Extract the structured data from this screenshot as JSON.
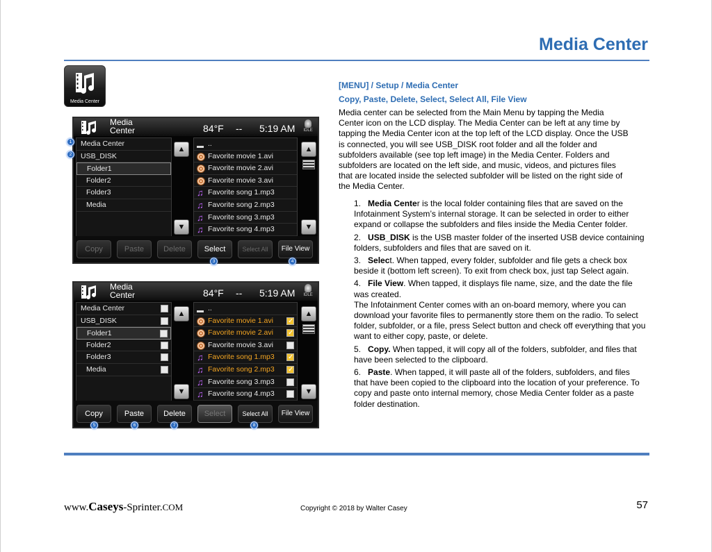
{
  "page": {
    "title": "Media Center",
    "breadcrumb": "[MENU] / Setup / Media Center",
    "subtitle": "Copy, Paste, Delete, Select, Select All, File View",
    "intro": "Media center can be selected from the Main Menu by tapping the Media Center icon on the LCD display. The Media Center can be left at any time by tapping the Media Center icon at the top left of the LCD display. Once the USB is connected, you will see USB_DISK root folder and all the folder and subfolders available (see top left image) in the Media Center. Folders and subfolders are located on the left side, and music, videos, and pictures files that are located inside the selected subfolder will be listed on the right side of the Media Center.",
    "items": [
      {
        "num": "1.",
        "term": "Media Cente",
        "rest": "r is the local folder containing files that are saved on the Infotainment System’s internal storage. It can be selected in order to either expand or collapse the subfolders and files inside the Media Center folder."
      },
      {
        "num": "2.",
        "term": "USB_DISK",
        "rest": " is the USB master folder of the inserted USB device containing folders, subfolders and files that are saved on it."
      },
      {
        "num": "3.",
        "term": "Selec",
        "rest": "t. When tapped, every folder, subfolder and file gets a check box beside it (bottom left screen). To exit from check box, just tap Select again."
      },
      {
        "num": "4.",
        "term": "File View",
        "rest": ". When tapped, it displays file name, size, and the date the file was created."
      },
      {
        "num": "5.",
        "term": "Copy.",
        "rest": " When tapped, it will copy all of the folders, subfolder, and files that have been selected to the clipboard."
      },
      {
        "num": "6.",
        "term": "Paste",
        "rest": ". When tapped, it will paste all of the folders, subfolders, and files that have been copied to the clipboard into the location of your preference. To copy and paste onto internal memory, chose Media Center folder as a paste folder destination."
      }
    ],
    "memory_note": "The Infotainment Center comes with an on-board memory, where you can download your favorite files to permanently store them on the radio. To select folder, subfolder, or a file, press Select button and check off everything that you want to either copy, paste, or delete."
  },
  "app_icon": {
    "caption": "Media Center",
    "icon": "film-music-icon"
  },
  "lcd": {
    "title_line1": "Media",
    "title_line2": "Center",
    "temp": "84°F",
    "dash": "--",
    "time": "5:19 AM",
    "idle": "IDLE",
    "folders": [
      "Media Center",
      "USB_DISK",
      "Folder1",
      "Folder2",
      "Folder3",
      "Media"
    ],
    "files": [
      {
        "name": "..",
        "type": "up"
      },
      {
        "name": "Favorite movie 1.avi",
        "type": "film"
      },
      {
        "name": "Favorite movie 2.avi",
        "type": "film"
      },
      {
        "name": "Favorite movie 3.avi",
        "type": "film"
      },
      {
        "name": "Favorite song 1.mp3",
        "type": "note"
      },
      {
        "name": "Favorite song 2.mp3",
        "type": "note"
      },
      {
        "name": "Favorite song 3.mp3",
        "type": "note"
      },
      {
        "name": "Favorite song 4.mp3",
        "type": "note"
      }
    ],
    "buttons": [
      "Copy",
      "Paste",
      "Delete",
      "Select",
      "Select All",
      "File View"
    ],
    "screen2_checked_files": [
      1,
      2,
      4,
      5
    ]
  },
  "callouts": [
    "1",
    "2",
    "3",
    "4",
    "5",
    "6",
    "7",
    "8"
  ],
  "footer": {
    "site_prefix": "www.",
    "site_name": "Caseys",
    "site_mid": "-Sprinter.",
    "site_tld": "COM",
    "copyright": "Copyright © 2018 by Walter Casey",
    "page_number": "57"
  },
  "colors": {
    "heading": "#2e6db3",
    "rule": "#4f7fbf",
    "highlight": "#f5a623",
    "callout": "#2d6cc0"
  }
}
